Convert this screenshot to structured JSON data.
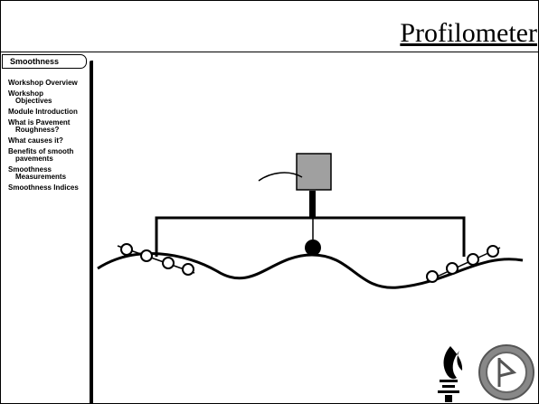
{
  "slide": {
    "title": "Profilometer"
  },
  "sidebar": {
    "header": "Smoothness",
    "items": [
      {
        "line1": "Workshop Overview",
        "line2": ""
      },
      {
        "line1": "Workshop",
        "line2": "Objectives"
      },
      {
        "line1": "Module Introduction",
        "line2": ""
      },
      {
        "line1": "What is Pavement",
        "line2": "Roughness?"
      },
      {
        "line1": "What causes it?",
        "line2": ""
      },
      {
        "line1": "Benefits of smooth",
        "line2": "pavements"
      },
      {
        "line1": "Smoothness",
        "line2": "Measurements"
      },
      {
        "line1": "Smoothness Indices",
        "line2": ""
      }
    ]
  },
  "colors": {
    "sensor_box": "#a0a0a0",
    "line": "#000000",
    "background": "#ffffff"
  },
  "icons": [
    "torch-logo-icon",
    "seal-logo-icon"
  ]
}
